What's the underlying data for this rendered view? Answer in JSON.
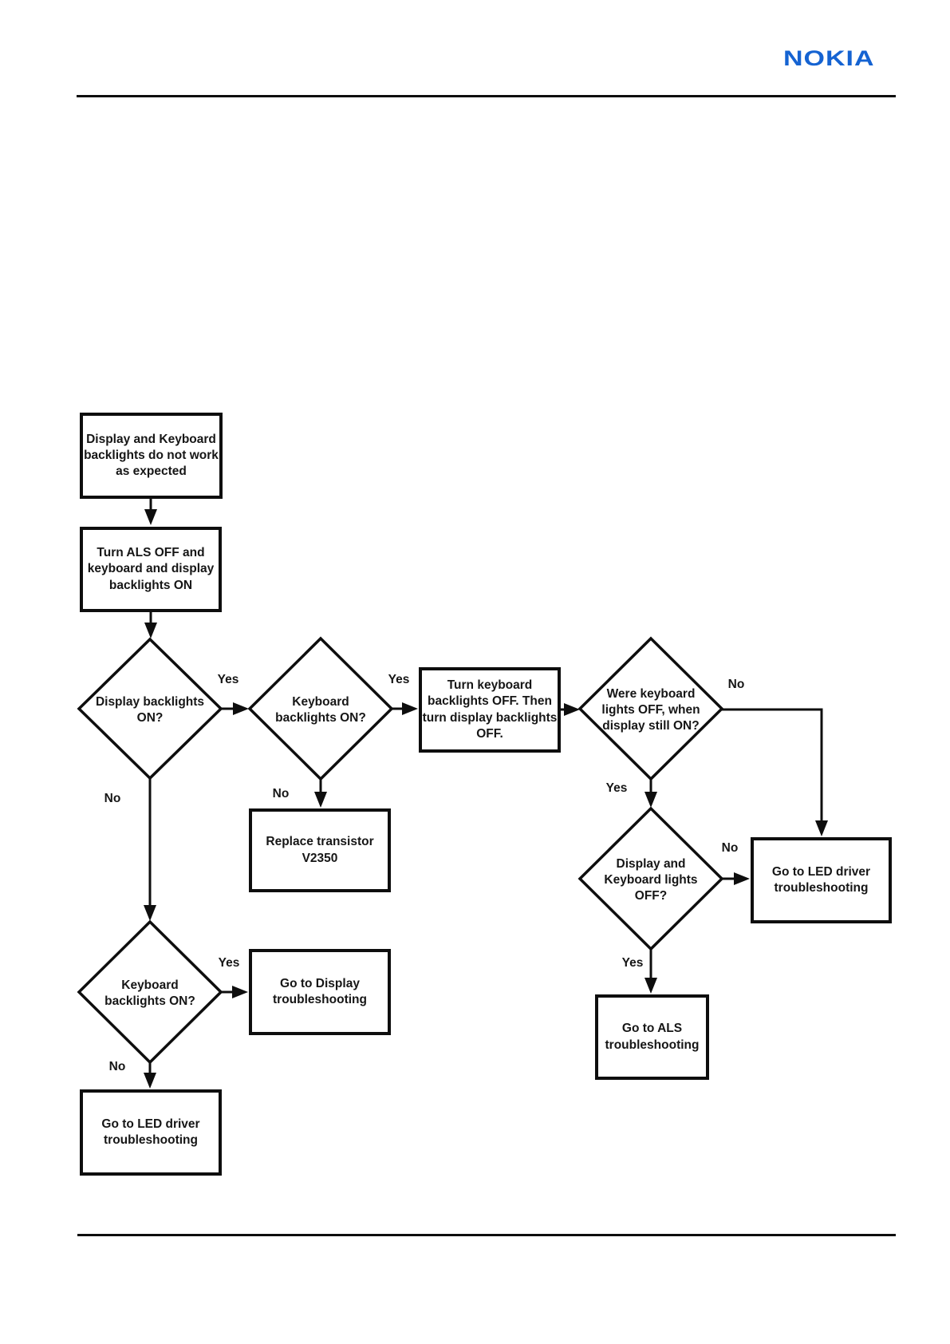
{
  "brand": {
    "logo_text": "NOKIA",
    "logo_color": "#1563d2"
  },
  "flowchart": {
    "type": "flowchart",
    "nodes": {
      "start": {
        "label": "Display and Keyboard\nbacklights do not work\nas expected"
      },
      "turn_als_off": {
        "label": "Turn ALS OFF and\nkeyboard and display\nbacklights ON"
      },
      "display_backlights_on": {
        "label": "Display backlights\nON?"
      },
      "keyboard_backlights_on": {
        "label": "Keyboard\nbacklights ON?"
      },
      "turn_keyboard_off": {
        "label": "Turn keyboard\nbacklights OFF. Then\nturn display backlights\nOFF."
      },
      "were_keyboard_off": {
        "label": "Were keyboard\nlights OFF, when\ndisplay still ON?"
      },
      "replace_transistor": {
        "label": "Replace transistor\nV2350"
      },
      "display_keyboard_off": {
        "label": "Display and\nKeyboard lights\nOFF?"
      },
      "goto_led_driver_right": {
        "label": "Go to LED driver\ntroubleshooting"
      },
      "goto_als": {
        "label": "Go to ALS\ntroubleshooting"
      },
      "keyboard_backlights_on_2": {
        "label": "Keyboard\nbacklights ON?"
      },
      "goto_display": {
        "label": "Go to Display\ntroubleshooting"
      },
      "goto_led_driver_left": {
        "label": "Go to LED driver\ntroubleshooting"
      }
    },
    "edge_labels": {
      "d1_yes": "Yes",
      "d1_no": "No",
      "d2_yes": "Yes",
      "d2_no": "No",
      "d3_no": "No",
      "d3_yes": "Yes",
      "d4_no": "No",
      "d4_yes": "Yes",
      "d5_yes": "Yes",
      "d5_no": "No"
    }
  }
}
